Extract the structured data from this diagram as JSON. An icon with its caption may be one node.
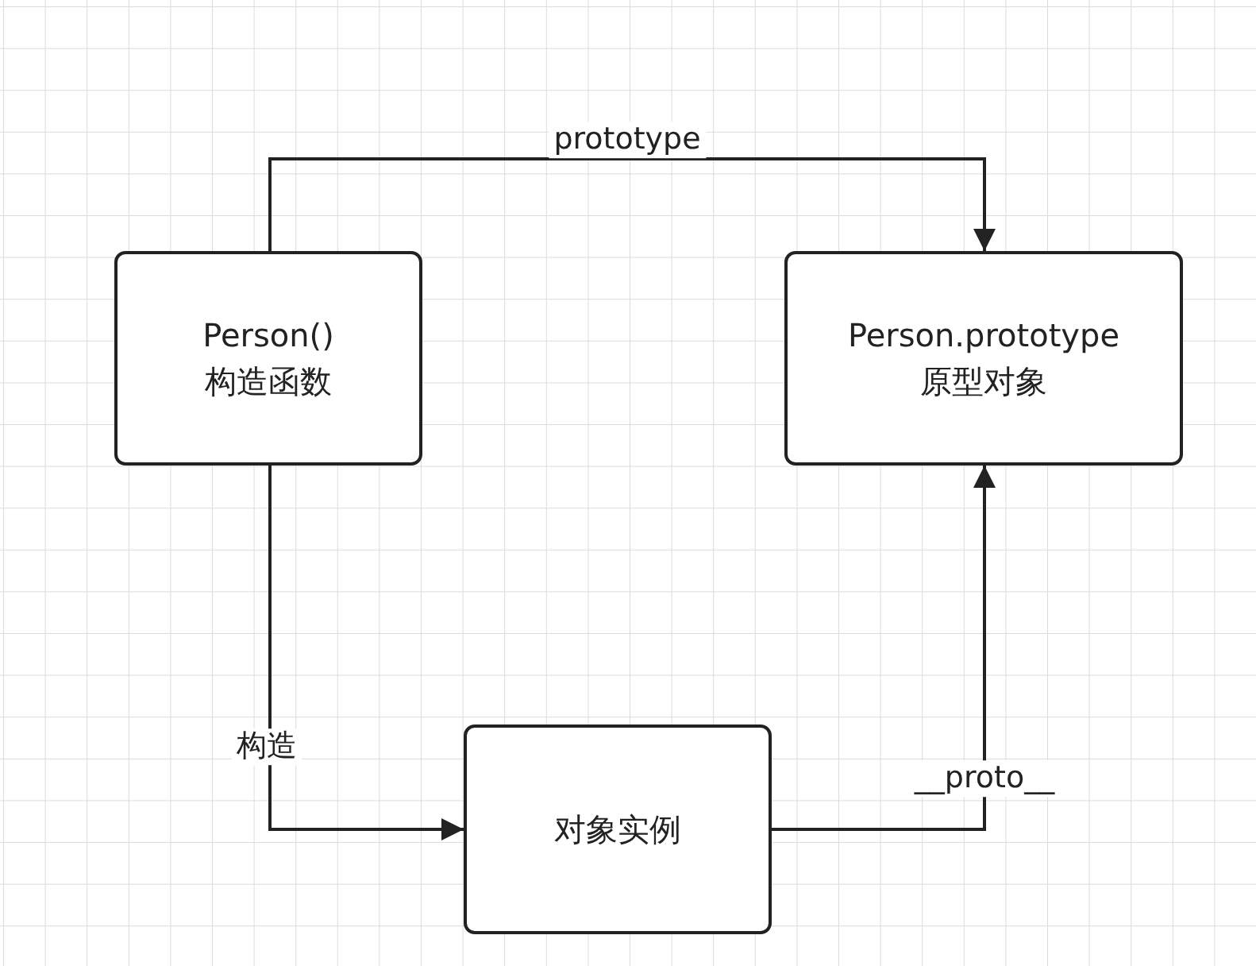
{
  "diagram": {
    "nodes": [
      {
        "text": [
          "Person()",
          "构造函数"
        ]
      },
      {
        "text": [
          "Person.prototype",
          "原型对象"
        ]
      },
      {
        "text": [
          "对象实例"
        ]
      }
    ],
    "edges": [
      {
        "from": 0,
        "to": 1,
        "arrow": "to",
        "label": "prototype"
      },
      {
        "from": 0,
        "to": 2,
        "arrow": "to",
        "label": "构造"
      },
      {
        "from": 2,
        "to": 1,
        "arrow": "to",
        "label": "__proto__"
      }
    ]
  }
}
